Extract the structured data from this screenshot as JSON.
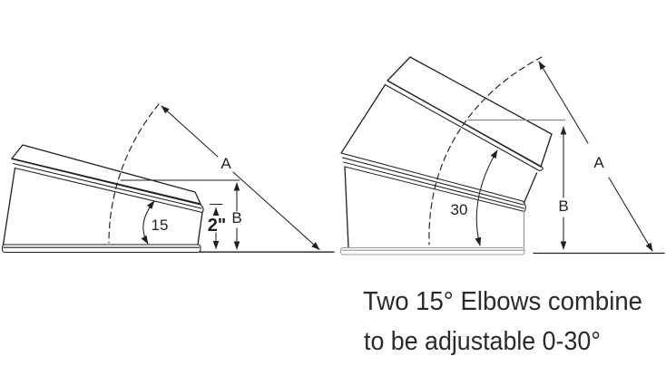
{
  "caption": {
    "line1": "Two 15° Elbows combine",
    "line2": "to be adjustable 0-30°"
  },
  "left_elbow": {
    "angle_label": "15",
    "rise_label": "2\"",
    "slant_label": "A",
    "height_label": "B"
  },
  "right_elbow": {
    "angle_label": "30",
    "slant_label": "A",
    "height_label": "B"
  },
  "colors": {
    "ink": "#231f20",
    "grey_accent": "#9a9a9a",
    "background": "#ffffff"
  }
}
